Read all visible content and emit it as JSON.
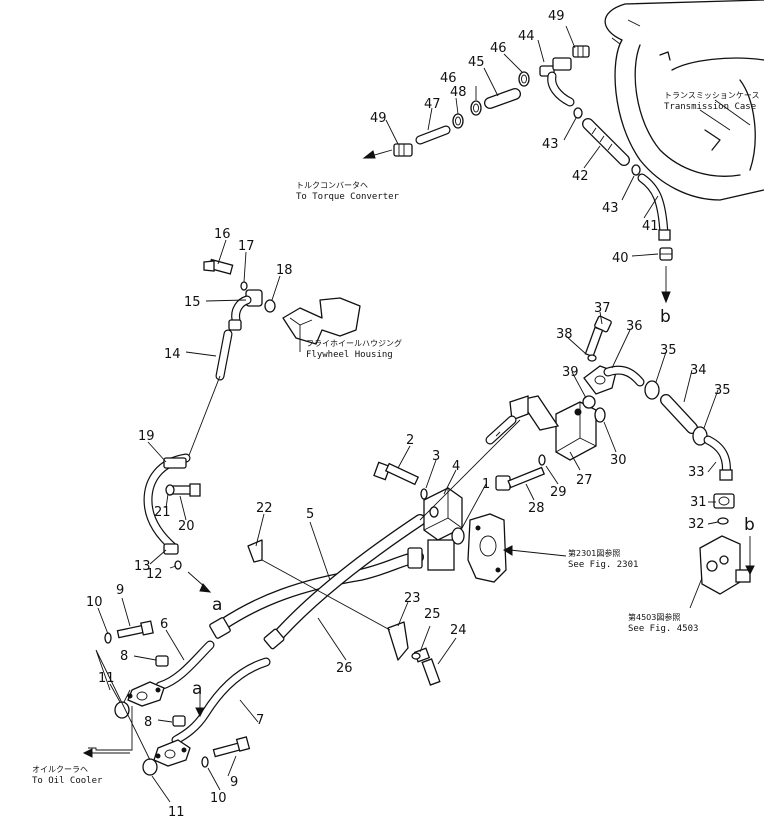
{
  "part_numbers": [
    "1",
    "2",
    "3",
    "4",
    "5",
    "6",
    "7",
    "8",
    "8",
    "9",
    "9",
    "10",
    "10",
    "11",
    "11",
    "12",
    "13",
    "14",
    "15",
    "16",
    "17",
    "18",
    "19",
    "20",
    "21",
    "22",
    "23",
    "24",
    "25",
    "26",
    "27",
    "28",
    "29",
    "30",
    "31",
    "32",
    "33",
    "34",
    "35",
    "35",
    "36",
    "37",
    "38",
    "39",
    "40",
    "41",
    "42",
    "43",
    "43",
    "44",
    "45",
    "46",
    "46",
    "47",
    "48",
    "49",
    "49"
  ],
  "labels": {
    "transmission_case_jp": "トランスミッションケース",
    "transmission_case_en": "Transmission Case",
    "torque_converter_jp": "トルクコンバータヘ",
    "torque_converter_en": "To Torque Converter",
    "flywheel_housing_jp": "フライホイールハウジング",
    "flywheel_housing_en": "Flywheel Housing",
    "fig2301_jp": "第2301図参照",
    "fig2301_en": "See Fig. 2301",
    "fig4503_jp": "第4503図参照",
    "fig4503_en": "See Fig. 4503",
    "oil_cooler_jp": "オイルクーラヘ",
    "oil_cooler_en": "To Oil Cooler"
  },
  "connection_letters": [
    "a",
    "a",
    "b",
    "b"
  ]
}
